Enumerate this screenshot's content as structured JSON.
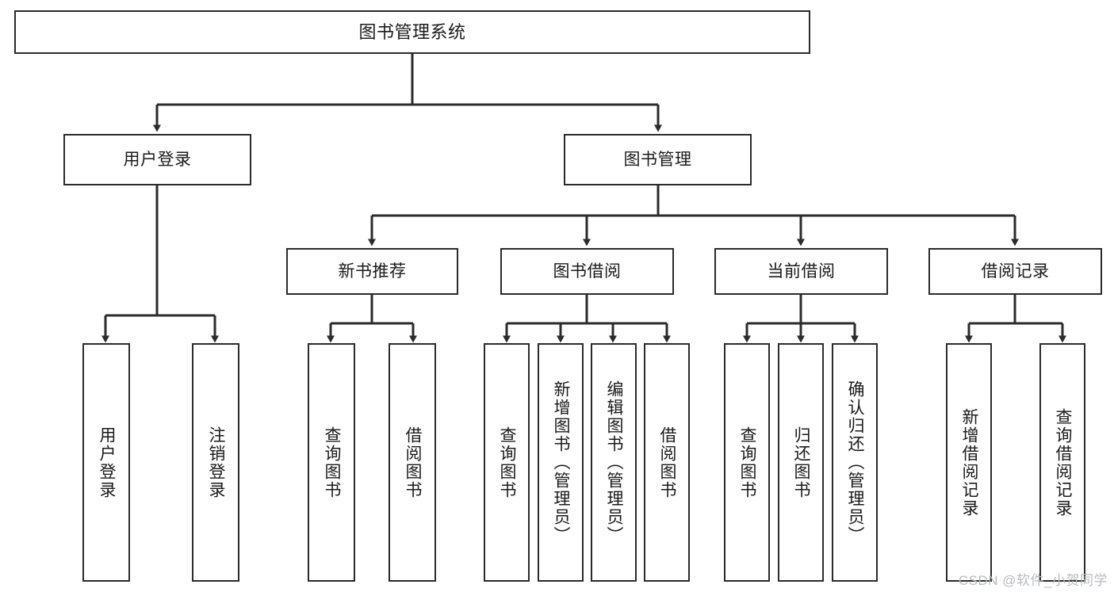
{
  "diagram": {
    "type": "tree",
    "title": "图书管理系统",
    "orientation": "top-down",
    "edge_style": "orthogonal-arrow",
    "colors": {
      "stroke": "#2b2b2b",
      "fill": "#ffffff",
      "text": "#1a1a1a",
      "watermark": "#b9bbbe"
    },
    "nodes": {
      "root": {
        "label": "图书管理系统"
      },
      "level2": [
        {
          "id": "user-login",
          "label": "用户登录"
        },
        {
          "id": "book-manage",
          "label": "图书管理"
        }
      ],
      "level3": [
        {
          "id": "new-book-rec",
          "label": "新书推荐"
        },
        {
          "id": "book-borrow",
          "label": "图书借阅"
        },
        {
          "id": "current-borrow",
          "label": "当前借阅"
        },
        {
          "id": "borrow-record",
          "label": "借阅记录"
        }
      ],
      "leaves": {
        "user-login": [
          {
            "id": "leaf-user-login",
            "label": "用户登录"
          },
          {
            "id": "leaf-logout",
            "label": "注销登录"
          }
        ],
        "new-book-rec": [
          {
            "id": "leaf-query-book-1",
            "label": "查询图书"
          },
          {
            "id": "leaf-borrow-book-1",
            "label": "借阅图书"
          }
        ],
        "book-borrow": [
          {
            "id": "leaf-query-book-2",
            "label": "查询图书"
          },
          {
            "id": "leaf-add-book",
            "label": "新增图书（管理员）"
          },
          {
            "id": "leaf-edit-book",
            "label": "编辑图书（管理员）"
          },
          {
            "id": "leaf-borrow-book-2",
            "label": "借阅图书"
          }
        ],
        "current-borrow": [
          {
            "id": "leaf-query-book-3",
            "label": "查询图书"
          },
          {
            "id": "leaf-return-book",
            "label": "归还图书"
          },
          {
            "id": "leaf-confirm-return",
            "label": "确认归还（管理员）"
          }
        ],
        "borrow-record": [
          {
            "id": "leaf-add-record",
            "label": "新增借阅记录"
          },
          {
            "id": "leaf-query-record",
            "label": "查询借阅记录"
          }
        ]
      }
    }
  },
  "watermark": {
    "text": "CSDN @软件_小贺同学"
  }
}
